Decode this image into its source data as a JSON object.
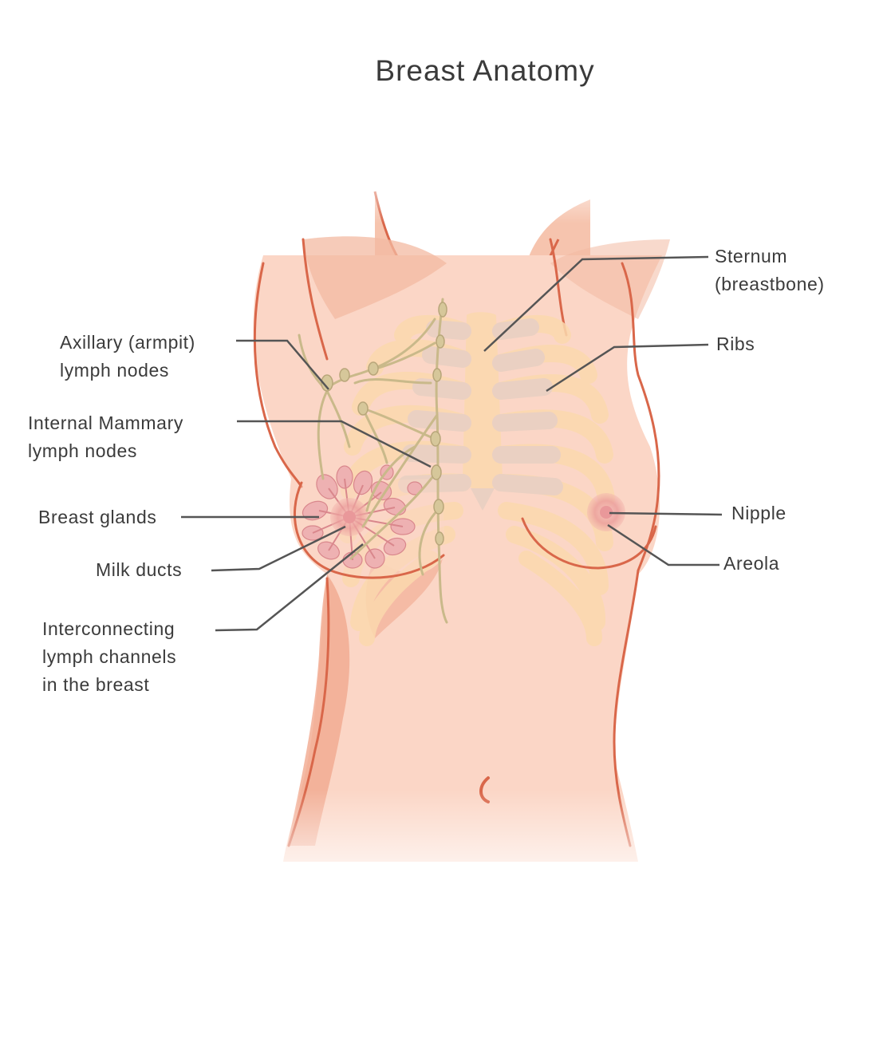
{
  "diagram": {
    "title": "Breast Anatomy",
    "colors": {
      "skin": "#fbd6c6",
      "skin_shadow": "#f1a98f",
      "outline": "#d9674a",
      "bone": "#fbd9ae",
      "bone_shade": "#e8cfc2",
      "lymph": "#c9b98a",
      "gland": "#e9a3a8",
      "areola": "#eaa0a0",
      "leader": "#555555"
    },
    "labels": {
      "sternum": {
        "line1": "Sternum",
        "line2": "(breastbone)"
      },
      "ribs": {
        "line1": "Ribs"
      },
      "axillary": {
        "line1": "Axillary (armpit)",
        "line2": "lymph nodes"
      },
      "internal_mammary": {
        "line1": "Internal Mammary",
        "line2": "lymph nodes"
      },
      "breast_glands": {
        "line1": "Breast glands"
      },
      "milk_ducts": {
        "line1": "Milk ducts"
      },
      "interconnecting": {
        "line1": "Interconnecting",
        "line2": "lymph channels",
        "line3": "in the breast"
      },
      "nipple": {
        "line1": "Nipple"
      },
      "areola": {
        "line1": "Areola"
      }
    }
  }
}
